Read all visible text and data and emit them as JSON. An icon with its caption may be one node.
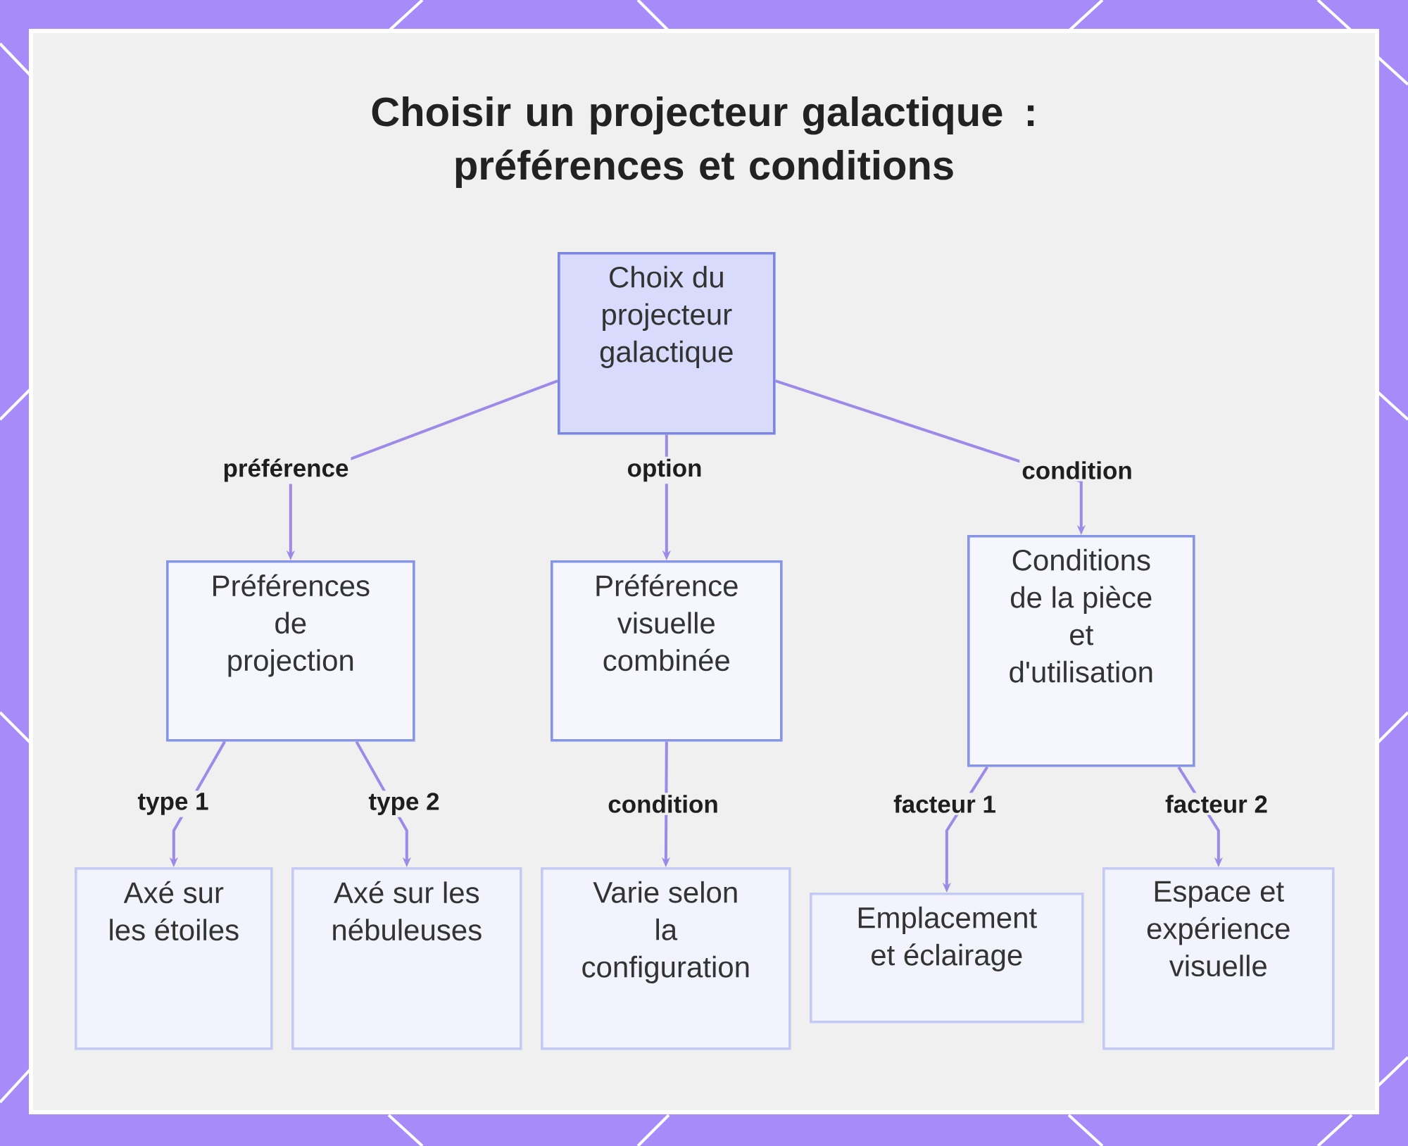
{
  "diagram": {
    "title": "Choisir un projecteur galactique : préférences et conditions",
    "nodes": [
      {
        "text": [
          "Choix du projecteur galactique"
        ]
      },
      {
        "text": [
          "Préférences de projection"
        ]
      },
      {
        "text": [
          "Préférence visuelle combinée"
        ]
      },
      {
        "text": [
          "Conditions de la pièce et d'utilisation"
        ]
      },
      {
        "text": [
          "Axé sur les étoiles"
        ]
      },
      {
        "text": [
          "Axé sur les nébuleuses"
        ]
      },
      {
        "text": [
          "Varie selon la configuration"
        ]
      },
      {
        "text": [
          "Emplacement et éclairage"
        ]
      },
      {
        "text": [
          "Espace et expérience visuelle"
        ]
      }
    ],
    "edges": [
      {
        "from": 0,
        "to": 1,
        "arrow": "to",
        "label": "préférence"
      },
      {
        "from": 0,
        "to": 2,
        "arrow": "to",
        "label": "option"
      },
      {
        "from": 0,
        "to": 3,
        "arrow": "to",
        "label": "condition"
      },
      {
        "from": 1,
        "to": 4,
        "arrow": "to",
        "label": "type 1"
      },
      {
        "from": 1,
        "to": 5,
        "arrow": "to",
        "label": "type 2"
      },
      {
        "from": 2,
        "to": 6,
        "arrow": "to",
        "label": "condition"
      },
      {
        "from": 3,
        "to": 7,
        "arrow": "to",
        "label": "facteur 1"
      },
      {
        "from": 3,
        "to": 8,
        "arrow": "to",
        "label": "facteur 2"
      }
    ]
  }
}
